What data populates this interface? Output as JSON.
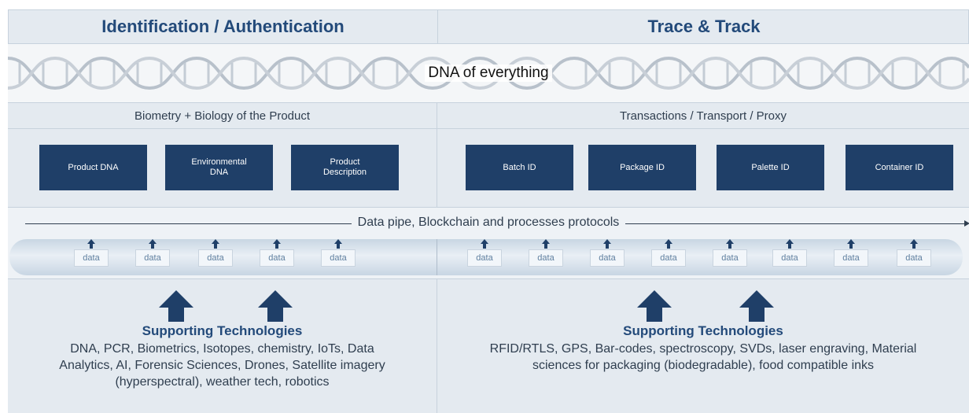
{
  "header": {
    "left_title": "Identification / Authentication",
    "right_title": "Trace & Track"
  },
  "center_label": "DNA of everything",
  "subheaders": {
    "left": "Biometry + Biology of the Product",
    "right": "Transactions / Transport / Proxy"
  },
  "left_boxes": [
    {
      "line1": "Product DNA",
      "line2": ""
    },
    {
      "line1": "Environmental",
      "line2": "DNA"
    },
    {
      "line1": "Product",
      "line2": "Description"
    }
  ],
  "right_boxes": [
    {
      "line1": "Batch ID",
      "line2": ""
    },
    {
      "line1": "Package ID",
      "line2": ""
    },
    {
      "line1": "Palette ID",
      "line2": ""
    },
    {
      "line1": "Container ID",
      "line2": ""
    }
  ],
  "pipe_label": "Data pipe, Blockchain and processes protocols",
  "data_chip_label": "data",
  "data_chip_count_left": 5,
  "data_chip_count_right": 8,
  "tech": {
    "left_title": "Supporting Technologies",
    "left_body_1": "DNA, PCR, Biometrics, Isotopes, chemistry, IoTs, Data",
    "left_body_2": "Analytics, AI, Forensic Sciences, Drones, Satellite imagery",
    "left_body_3": "(hyperspectral), weather tech, robotics",
    "right_title": "Supporting Technologies",
    "right_body_1": "RFID/RTLS, GPS, Bar-codes, spectroscopy, SVDs, laser engraving, Material",
    "right_body_2": "sciences for packaging (biodegradable), food compatible inks"
  },
  "colors": {
    "primary_box": "#1f3f68",
    "band_bg": "#e4eaf0",
    "title_text": "#234a7a"
  }
}
